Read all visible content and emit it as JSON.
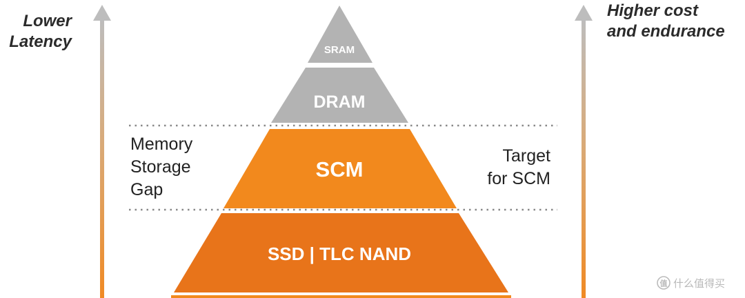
{
  "left_axis": {
    "line1": "Lower",
    "line2": "Latency"
  },
  "right_axis": {
    "line1": "Higher cost",
    "line2": "and endurance"
  },
  "left_annotation": {
    "line1": "Memory",
    "line2": "Storage",
    "line3": "Gap"
  },
  "right_annotation": {
    "line1": "Target",
    "line2": "for SCM"
  },
  "tiers": [
    {
      "label": "SRAM",
      "color": "#b3b3b3"
    },
    {
      "label": "DRAM",
      "color": "#b3b3b3"
    },
    {
      "label": "SCM",
      "color": "#f2891d"
    },
    {
      "label": "SSD | TLC NAND",
      "color": "#e8741a"
    }
  ],
  "colors": {
    "arrow_top": "#bdbdbd",
    "arrow_bottom": "#f08a24",
    "dotted_line": "#888888",
    "label_text": "#ffffff"
  },
  "watermark": {
    "text": "什么值得买",
    "icon": "value-seal-icon"
  }
}
